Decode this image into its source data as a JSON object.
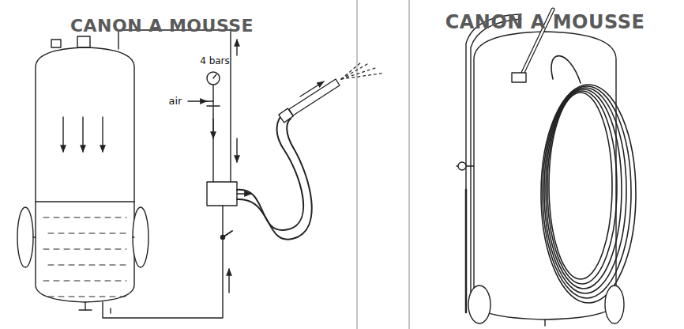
{
  "diagram": {
    "title": "CANON A MOUSSE",
    "labels": [
      "CANON A MOUSSE",
      "air",
      "4 bars"
    ]
  }
}
